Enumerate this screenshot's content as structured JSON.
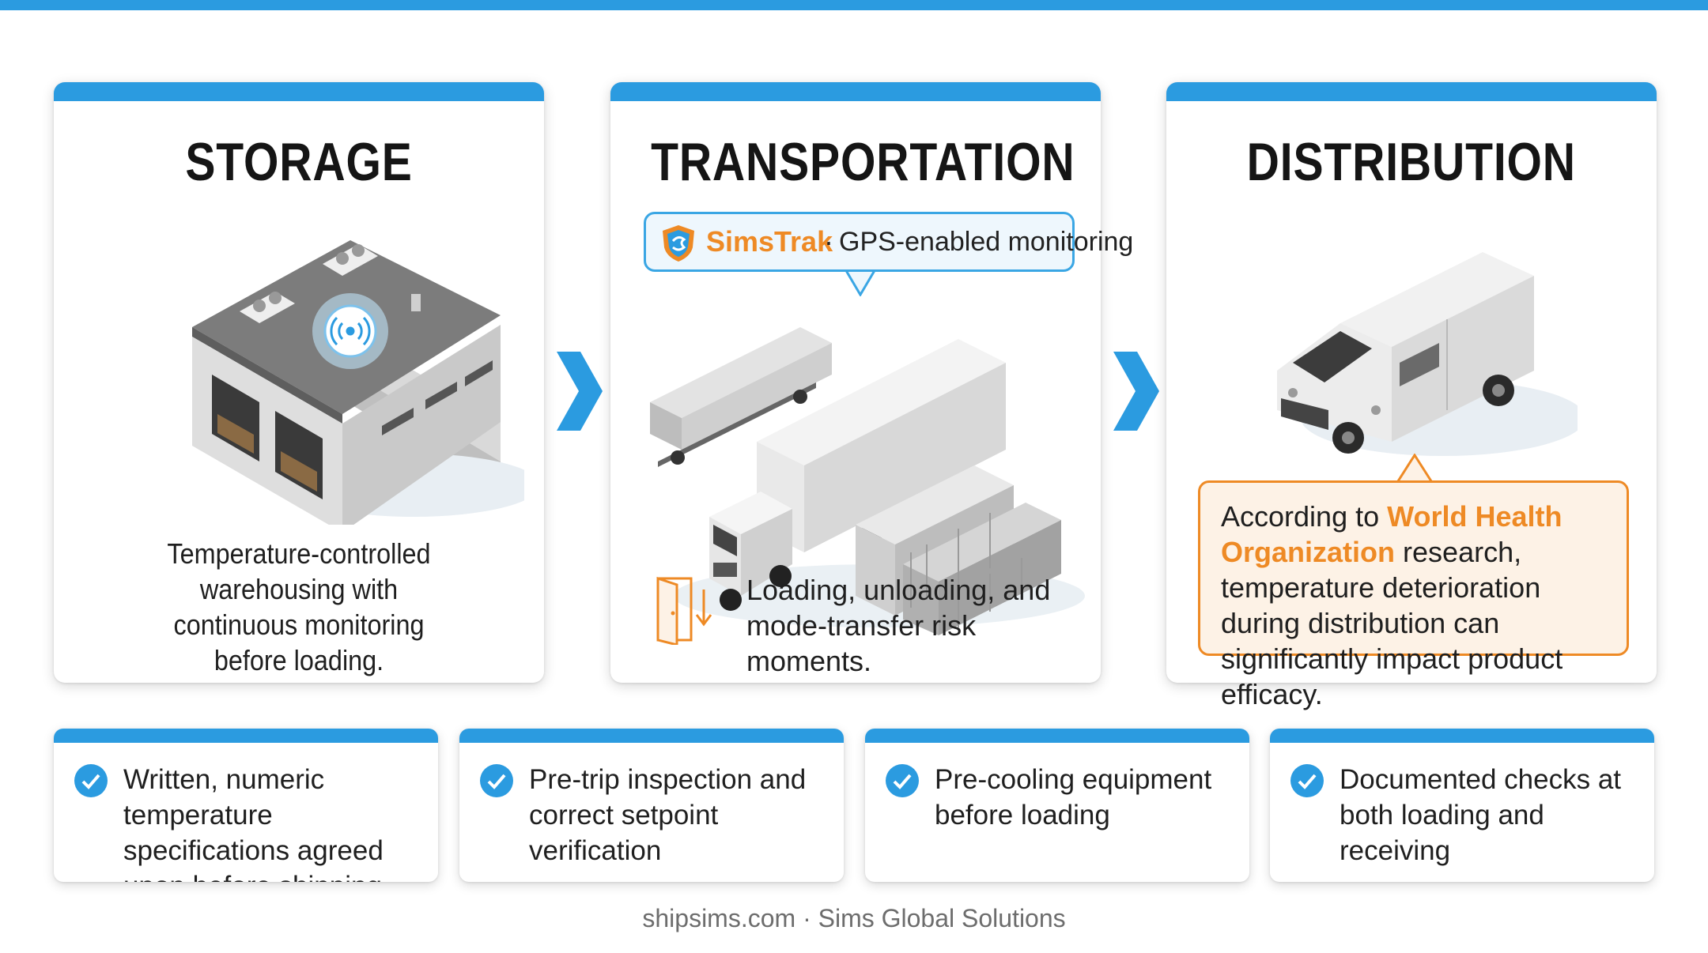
{
  "stages": [
    {
      "title": "STORAGE",
      "description": "Temperature-controlled warehousing with continuous monitoring before loading."
    },
    {
      "title": "TRANSPORTATION",
      "callout": {
        "brand": "SimsTrak",
        "separator": "·",
        "feature": "GPS-enabled monitoring"
      },
      "risk_note": "Loading, unloading, and mode-transfer risk moments."
    },
    {
      "title": "DISTRIBUTION",
      "note": {
        "prefix": "According to",
        "highlight": "World Health Organization",
        "suffix": "research, temperature deterioration during distribution can significantly impact product efficacy."
      }
    }
  ],
  "checklist": [
    "Written, numeric temperature specifications agreed upon before shipping",
    "Pre-trip inspection and correct setpoint verification",
    "Pre-cooling equipment before loading",
    "Documented checks at both loading and receiving"
  ],
  "footer": "shipsims.com · Sims Global Solutions",
  "colors": {
    "accent_blue": "#2b9be0",
    "accent_orange": "#ee8a25",
    "callout_fill": "#eef7fd",
    "note_fill": "#fdf2e6"
  },
  "icons": [
    "wireless-signal-icon",
    "chevron-right-icon",
    "shield-logo-icon",
    "door-arrow-icon",
    "check-circle-icon"
  ]
}
